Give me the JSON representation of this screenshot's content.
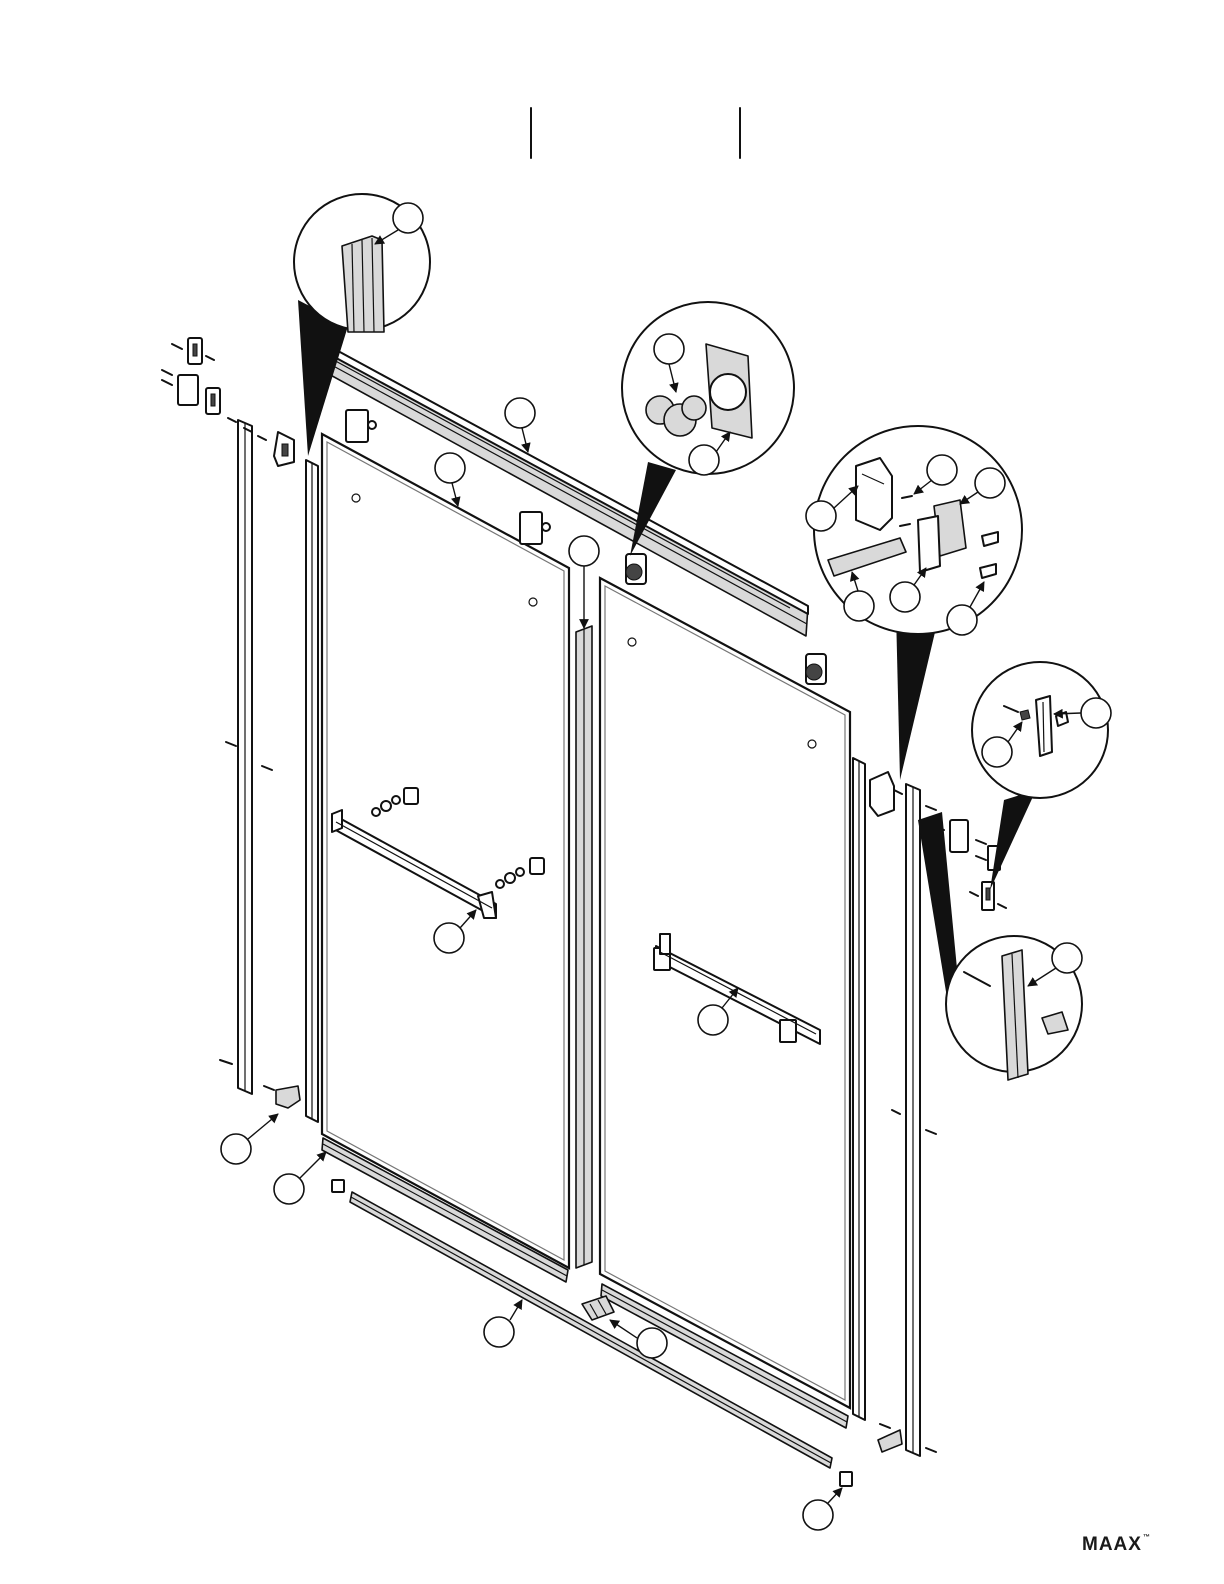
{
  "brand": {
    "logo_text": "MAAX",
    "trademark": "™"
  },
  "colors": {
    "line": "#111111",
    "fill_light": "#ffffff",
    "fill_metal": "#d9d9d9",
    "fill_dark": "#555555",
    "glass": "#ffffff"
  },
  "callouts": [
    {
      "id": "c-detail-top-left",
      "label": ""
    },
    {
      "id": "c-roller-top",
      "label": ""
    },
    {
      "id": "c-roller-bottom",
      "label": ""
    },
    {
      "id": "c-top-rail",
      "label": ""
    },
    {
      "id": "c-left-glass",
      "label": ""
    },
    {
      "id": "c-center-seal",
      "label": ""
    },
    {
      "id": "c-kit-1",
      "label": ""
    },
    {
      "id": "c-kit-2",
      "label": ""
    },
    {
      "id": "c-kit-3",
      "label": ""
    },
    {
      "id": "c-kit-4",
      "label": ""
    },
    {
      "id": "c-kit-5",
      "label": ""
    },
    {
      "id": "c-kit-6",
      "label": ""
    },
    {
      "id": "c-anchor-1",
      "label": ""
    },
    {
      "id": "c-anchor-2",
      "label": ""
    },
    {
      "id": "c-jamb-detail",
      "label": ""
    },
    {
      "id": "c-left-handle",
      "label": ""
    },
    {
      "id": "c-right-handle",
      "label": ""
    },
    {
      "id": "c-bottom-bracket",
      "label": ""
    },
    {
      "id": "c-bottom-seal",
      "label": ""
    },
    {
      "id": "c-bottom-rail",
      "label": ""
    },
    {
      "id": "c-guide",
      "label": ""
    },
    {
      "id": "c-end-cap",
      "label": ""
    }
  ]
}
